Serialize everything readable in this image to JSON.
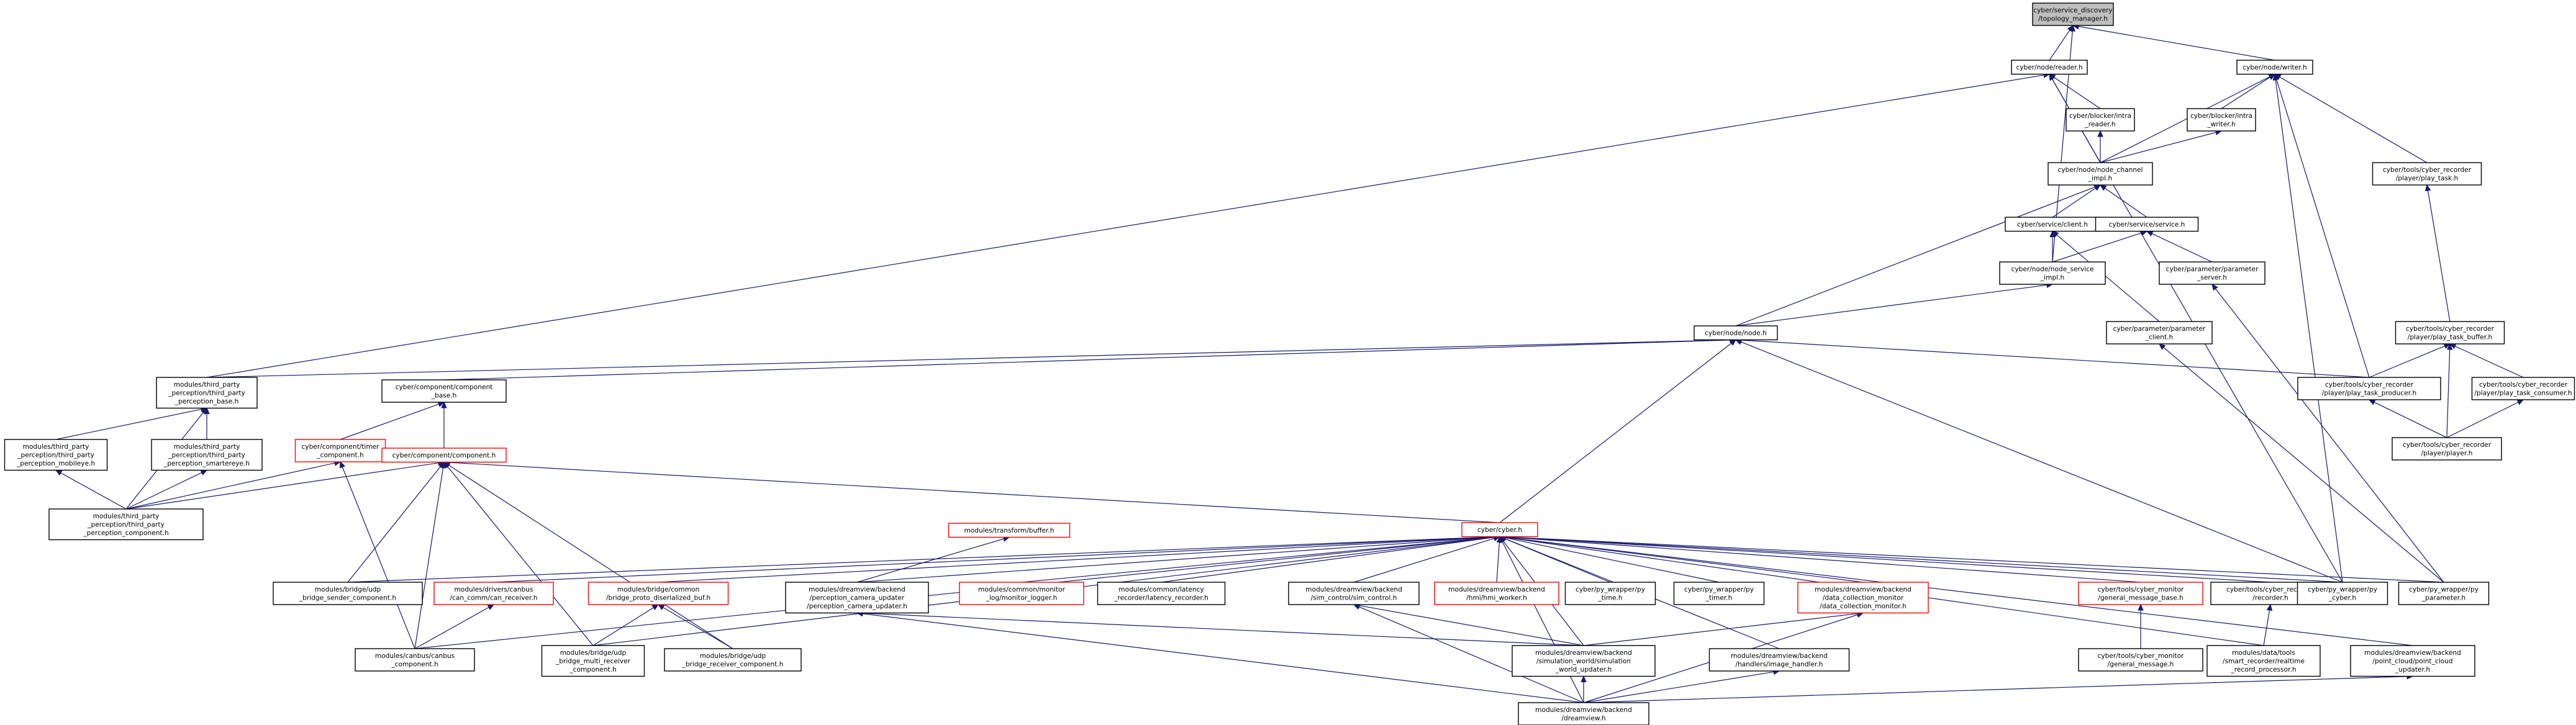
{
  "colors": {
    "edge": "#191970",
    "node_border": "#000000",
    "node_border_truncated": "#ff0000",
    "node_fill": "#ffffff",
    "root_fill": "#bfbfbf",
    "text": "#000000"
  },
  "nodes": [
    {
      "id": "root",
      "lines": [
        "cyber/service_discovery",
        "/topology_manager.h"
      ],
      "style": "root"
    },
    {
      "id": "reader",
      "lines": [
        "cyber/node/reader.h"
      ],
      "style": "normal"
    },
    {
      "id": "writer",
      "lines": [
        "cyber/node/writer.h"
      ],
      "style": "normal"
    },
    {
      "id": "intra_reader",
      "lines": [
        "cyber/blocker/intra",
        "_reader.h"
      ],
      "style": "normal"
    },
    {
      "id": "intra_writer",
      "lines": [
        "cyber/blocker/intra",
        "_writer.h"
      ],
      "style": "normal"
    },
    {
      "id": "node_channel_impl",
      "lines": [
        "cyber/node/node_channel",
        "_impl.h"
      ],
      "style": "normal"
    },
    {
      "id": "play_task",
      "lines": [
        "cyber/tools/cyber_recorder",
        "/player/play_task.h"
      ],
      "style": "normal"
    },
    {
      "id": "client",
      "lines": [
        "cyber/service/client.h"
      ],
      "style": "normal"
    },
    {
      "id": "service",
      "lines": [
        "cyber/service/service.h"
      ],
      "style": "normal"
    },
    {
      "id": "node_service_impl",
      "lines": [
        "cyber/node/node_service",
        "_impl.h"
      ],
      "style": "normal"
    },
    {
      "id": "parameter_server",
      "lines": [
        "cyber/parameter/parameter",
        "_server.h"
      ],
      "style": "normal"
    },
    {
      "id": "node",
      "lines": [
        "cyber/node/node.h"
      ],
      "style": "normal"
    },
    {
      "id": "parameter_client",
      "lines": [
        "cyber/parameter/parameter",
        "_client.h"
      ],
      "style": "normal"
    },
    {
      "id": "play_task_buffer",
      "lines": [
        "cyber/tools/cyber_recorder",
        "/player/play_task_buffer.h"
      ],
      "style": "normal"
    },
    {
      "id": "tp_perception_base",
      "lines": [
        "modules/third_party",
        "_perception/third_party",
        "_perception_base.h"
      ],
      "style": "normal"
    },
    {
      "id": "component_base",
      "lines": [
        "cyber/component/component",
        "_base.h"
      ],
      "style": "normal"
    },
    {
      "id": "play_task_producer",
      "lines": [
        "cyber/tools/cyber_recorder",
        "/player/play_task_producer.h"
      ],
      "style": "normal"
    },
    {
      "id": "play_task_consumer",
      "lines": [
        "cyber/tools/cyber_recorder",
        "/player/play_task_consumer.h"
      ],
      "style": "normal"
    },
    {
      "id": "tp_mobileye",
      "lines": [
        "modules/third_party",
        "_perception/third_party",
        "_perception_mobileye.h"
      ],
      "style": "normal"
    },
    {
      "id": "tp_smartereye",
      "lines": [
        "modules/third_party",
        "_perception/third_party",
        "_perception_smartereye.h"
      ],
      "style": "normal"
    },
    {
      "id": "timer_component",
      "lines": [
        "cyber/component/timer",
        "_component.h"
      ],
      "style": "truncated"
    },
    {
      "id": "component",
      "lines": [
        "cyber/component/component.h"
      ],
      "style": "truncated"
    },
    {
      "id": "player",
      "lines": [
        "cyber/tools/cyber_recorder",
        "/player/player.h"
      ],
      "style": "normal"
    },
    {
      "id": "tp_perception_component",
      "lines": [
        "modules/third_party",
        "_perception/third_party",
        "_perception_component.h"
      ],
      "style": "normal"
    },
    {
      "id": "transform_buffer",
      "lines": [
        "modules/transform/buffer.h"
      ],
      "style": "truncated"
    },
    {
      "id": "cyber_h",
      "lines": [
        "cyber/cyber.h"
      ],
      "style": "truncated"
    },
    {
      "id": "udp_bridge_sender",
      "lines": [
        "modules/bridge/udp",
        "_bridge_sender_component.h"
      ],
      "style": "normal"
    },
    {
      "id": "can_receiver",
      "lines": [
        "modules/drivers/canbus",
        "/can_comm/can_receiver.h"
      ],
      "style": "truncated"
    },
    {
      "id": "bridge_proto_buf",
      "lines": [
        "modules/bridge/common",
        "/bridge_proto_diserialized_buf.h"
      ],
      "style": "truncated"
    },
    {
      "id": "perception_camera_updater",
      "lines": [
        "modules/dreamview/backend",
        "/perception_camera_updater",
        "/perception_camera_updater.h"
      ],
      "style": "normal"
    },
    {
      "id": "monitor_logger",
      "lines": [
        "modules/common/monitor",
        "_log/monitor_logger.h"
      ],
      "style": "truncated"
    },
    {
      "id": "latency_recorder",
      "lines": [
        "modules/common/latency",
        "_recorder/latency_recorder.h"
      ],
      "style": "normal"
    },
    {
      "id": "sim_control",
      "lines": [
        "modules/dreamview/backend",
        "/sim_control/sim_control.h"
      ],
      "style": "normal"
    },
    {
      "id": "hmi_worker",
      "lines": [
        "modules/dreamview/backend",
        "/hmi/hmi_worker.h"
      ],
      "style": "truncated"
    },
    {
      "id": "py_time",
      "lines": [
        "cyber/py_wrapper/py",
        "_time.h"
      ],
      "style": "normal"
    },
    {
      "id": "py_timer",
      "lines": [
        "cyber/py_wrapper/py",
        "_timer.h"
      ],
      "style": "normal"
    },
    {
      "id": "data_collection_monitor",
      "lines": [
        "modules/dreamview/backend",
        "/data_collection_monitor",
        "/data_collection_monitor.h"
      ],
      "style": "truncated"
    },
    {
      "id": "general_message_base",
      "lines": [
        "cyber/tools/cyber_monitor",
        "/general_message_base.h"
      ],
      "style": "truncated"
    },
    {
      "id": "recorder",
      "lines": [
        "cyber/tools/cyber_recorder",
        "/recorder.h"
      ],
      "style": "normal"
    },
    {
      "id": "py_cyber",
      "lines": [
        "cyber/py_wrapper/py",
        "_cyber.h"
      ],
      "style": "normal"
    },
    {
      "id": "py_parameter",
      "lines": [
        "cyber/py_wrapper/py",
        "_parameter.h"
      ],
      "style": "normal"
    },
    {
      "id": "canbus_component",
      "lines": [
        "modules/canbus/canbus",
        "_component.h"
      ],
      "style": "normal"
    },
    {
      "id": "udp_bridge_multi_receiver",
      "lines": [
        "modules/bridge/udp",
        "_bridge_multi_receiver",
        "_component.h"
      ],
      "style": "normal"
    },
    {
      "id": "udp_bridge_receiver",
      "lines": [
        "modules/bridge/udp",
        "_bridge_receiver_component.h"
      ],
      "style": "normal"
    },
    {
      "id": "simulation_world_updater",
      "lines": [
        "modules/dreamview/backend",
        "/simulation_world/simulation",
        "_world_updater.h"
      ],
      "style": "normal"
    },
    {
      "id": "image_handler",
      "lines": [
        "modules/dreamview/backend",
        "/handlers/image_handler.h"
      ],
      "style": "normal"
    },
    {
      "id": "general_message",
      "lines": [
        "cyber/tools/cyber_monitor",
        "/general_message.h"
      ],
      "style": "normal"
    },
    {
      "id": "smart_recorder",
      "lines": [
        "modules/data/tools",
        "/smart_recorder/realtime",
        "_record_processor.h"
      ],
      "style": "normal"
    },
    {
      "id": "point_cloud_updater",
      "lines": [
        "modules/dreamview/backend",
        "/point_cloud/point_cloud",
        "_updater.h"
      ],
      "style": "normal"
    },
    {
      "id": "dreamview",
      "lines": [
        "modules/dreamview/backend",
        "/dreamview.h"
      ],
      "style": "normal"
    }
  ],
  "edges": [
    [
      "reader",
      "root"
    ],
    [
      "writer",
      "root"
    ],
    [
      "node_service_impl",
      "root"
    ],
    [
      "intra_reader",
      "reader"
    ],
    [
      "node_channel_impl",
      "reader"
    ],
    [
      "tp_perception_base",
      "reader"
    ],
    [
      "py_cyber",
      "reader"
    ],
    [
      "intra_writer",
      "writer"
    ],
    [
      "node_channel_impl",
      "writer"
    ],
    [
      "play_task",
      "writer"
    ],
    [
      "play_task_producer",
      "writer"
    ],
    [
      "py_cyber",
      "writer"
    ],
    [
      "node_channel_impl",
      "intra_reader"
    ],
    [
      "node_channel_impl",
      "intra_writer"
    ],
    [
      "client",
      "node_channel_impl"
    ],
    [
      "service",
      "node_channel_impl"
    ],
    [
      "node",
      "node_channel_impl"
    ],
    [
      "play_task_buffer",
      "play_task"
    ],
    [
      "node_service_impl",
      "client"
    ],
    [
      "parameter_client",
      "client"
    ],
    [
      "node_service_impl",
      "service"
    ],
    [
      "parameter_server",
      "service"
    ],
    [
      "node",
      "node_service_impl"
    ],
    [
      "py_parameter",
      "parameter_server"
    ],
    [
      "tp_perception_base",
      "node"
    ],
    [
      "component_base",
      "node"
    ],
    [
      "play_task_producer",
      "node"
    ],
    [
      "cyber_h",
      "node"
    ],
    [
      "py_cyber",
      "node"
    ],
    [
      "py_parameter",
      "parameter_client"
    ],
    [
      "play_task_producer",
      "play_task_buffer"
    ],
    [
      "play_task_consumer",
      "play_task_buffer"
    ],
    [
      "player",
      "play_task_buffer"
    ],
    [
      "tp_mobileye",
      "tp_perception_base"
    ],
    [
      "tp_smartereye",
      "tp_perception_base"
    ],
    [
      "tp_perception_component",
      "tp_perception_base"
    ],
    [
      "timer_component",
      "component_base"
    ],
    [
      "component",
      "component_base"
    ],
    [
      "player",
      "play_task_producer"
    ],
    [
      "player",
      "play_task_consumer"
    ],
    [
      "tp_perception_component",
      "tp_mobileye"
    ],
    [
      "tp_perception_component",
      "tp_smartereye"
    ],
    [
      "tp_perception_component",
      "timer_component"
    ],
    [
      "canbus_component",
      "timer_component"
    ],
    [
      "tp_perception_component",
      "component"
    ],
    [
      "udp_bridge_sender",
      "component"
    ],
    [
      "udp_bridge_multi_receiver",
      "component"
    ],
    [
      "udp_bridge_receiver",
      "component"
    ],
    [
      "canbus_component",
      "component"
    ],
    [
      "cyber_h",
      "component"
    ],
    [
      "perception_camera_updater",
      "transform_buffer"
    ],
    [
      "udp_bridge_sender",
      "cyber_h"
    ],
    [
      "can_receiver",
      "cyber_h"
    ],
    [
      "bridge_proto_buf",
      "cyber_h"
    ],
    [
      "perception_camera_updater",
      "cyber_h"
    ],
    [
      "monitor_logger",
      "cyber_h"
    ],
    [
      "latency_recorder",
      "cyber_h"
    ],
    [
      "sim_control",
      "cyber_h"
    ],
    [
      "hmi_worker",
      "cyber_h"
    ],
    [
      "py_time",
      "cyber_h"
    ],
    [
      "py_timer",
      "cyber_h"
    ],
    [
      "data_collection_monitor",
      "cyber_h"
    ],
    [
      "general_message_base",
      "cyber_h"
    ],
    [
      "recorder",
      "cyber_h"
    ],
    [
      "py_cyber",
      "cyber_h"
    ],
    [
      "py_parameter",
      "cyber_h"
    ],
    [
      "canbus_component",
      "cyber_h"
    ],
    [
      "udp_bridge_multi_receiver",
      "cyber_h"
    ],
    [
      "simulation_world_updater",
      "cyber_h"
    ],
    [
      "image_handler",
      "cyber_h"
    ],
    [
      "smart_recorder",
      "cyber_h"
    ],
    [
      "point_cloud_updater",
      "cyber_h"
    ],
    [
      "dreamview",
      "cyber_h"
    ],
    [
      "canbus_component",
      "can_receiver"
    ],
    [
      "udp_bridge_multi_receiver",
      "bridge_proto_buf"
    ],
    [
      "udp_bridge_receiver",
      "bridge_proto_buf"
    ],
    [
      "simulation_world_updater",
      "perception_camera_updater"
    ],
    [
      "dreamview",
      "perception_camera_updater"
    ],
    [
      "simulation_world_updater",
      "sim_control"
    ],
    [
      "dreamview",
      "sim_control"
    ],
    [
      "simulation_world_updater",
      "data_collection_monitor"
    ],
    [
      "dreamview",
      "data_collection_monitor"
    ],
    [
      "general_message",
      "general_message_base"
    ],
    [
      "smart_recorder",
      "recorder"
    ],
    [
      "dreamview",
      "simulation_world_updater"
    ],
    [
      "dreamview",
      "image_handler"
    ],
    [
      "dreamview",
      "point_cloud_updater"
    ]
  ]
}
